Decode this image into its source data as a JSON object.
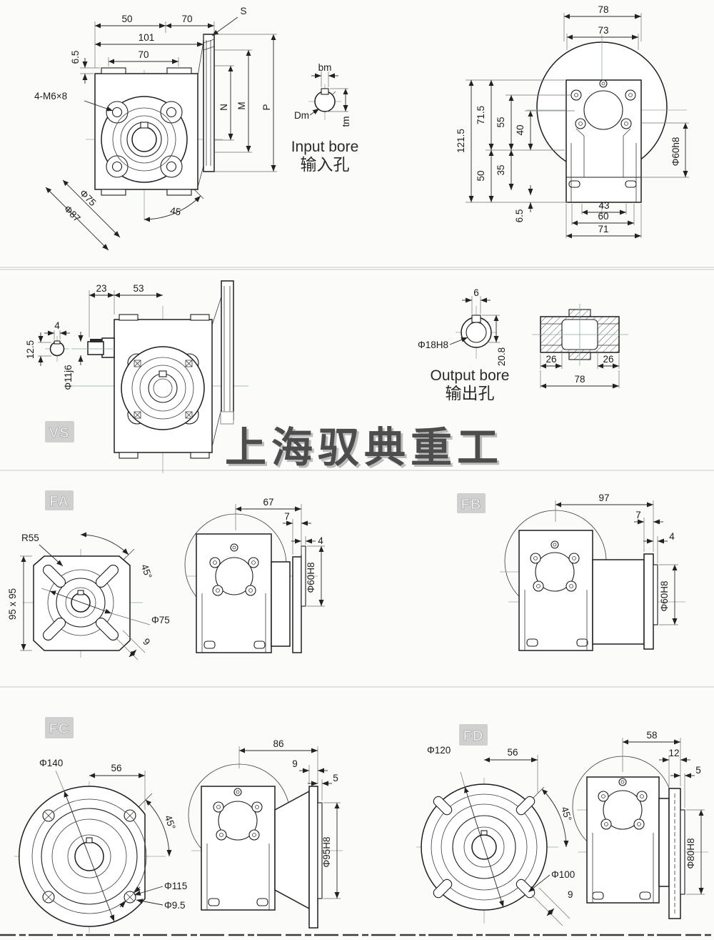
{
  "watermark": {
    "text": "上海驭典重工"
  },
  "views": {
    "front": {
      "dims": {
        "d50": "50",
        "d70_flange": "70",
        "d101": "101",
        "d70_body": "70",
        "d65": "6.5",
        "s": "S",
        "bolt_callout": "4-M6×8",
        "n": "N",
        "m": "M",
        "p": "P",
        "phi75": "Φ75",
        "phi87": "Φ87",
        "a45": "45"
      }
    },
    "input_bore": {
      "title_en": "Input bore",
      "title_zh": "输入孔",
      "dims": {
        "bm": "bm",
        "dm": "Dm",
        "tm": "tm"
      }
    },
    "back": {
      "dims": {
        "d78": "78",
        "d73": "73",
        "d1215": "121.5",
        "d715": "71.5",
        "d55": "55",
        "d40": "40",
        "d50": "50",
        "d35": "35",
        "d65": "6.5",
        "phi60h8": "Φ60h8",
        "d43": "43",
        "d60": "60",
        "d71": "71"
      }
    },
    "vs": {
      "label": "VS",
      "dims": {
        "d23": "23",
        "d53": "53",
        "d4": "4",
        "d125": "12.5",
        "phi11j6": "Φ11j6"
      }
    },
    "output_bore": {
      "title_en": "Output bore",
      "title_zh": "输出孔",
      "dims": {
        "d6": "6",
        "phi18h8": "Φ18H8",
        "d208": "20.8"
      }
    },
    "shaft_section": {
      "dims": {
        "d26a": "26",
        "d26b": "26",
        "d78": "78"
      }
    },
    "fa": {
      "label": "FA",
      "dims": {
        "r55": "R55",
        "sq": "95 x 95",
        "a45": "45°",
        "phi75": "Φ75",
        "d9": "9",
        "d67": "67",
        "d7": "7",
        "d4": "4",
        "phi60": "Φ60H8"
      }
    },
    "fb": {
      "label": "FB",
      "dims": {
        "d97": "97",
        "d7": "7",
        "d4": "4",
        "phi60": "Φ60H8"
      }
    },
    "fc": {
      "label": "FC",
      "dims": {
        "phi140": "Φ140",
        "d56": "56",
        "a45": "45°",
        "phi115": "Φ115",
        "phi95_hole": "Φ9.5",
        "d86": "86",
        "d9": "9",
        "d5": "5",
        "phi95h8": "Φ95H8"
      }
    },
    "fd": {
      "label": "FD",
      "dims": {
        "phi120": "Φ120",
        "d56": "56",
        "a45": "45°",
        "phi100": "Φ100",
        "d9": "9",
        "d58": "58",
        "d12": "12",
        "d5": "5",
        "phi80h8": "Φ80H8"
      }
    }
  }
}
